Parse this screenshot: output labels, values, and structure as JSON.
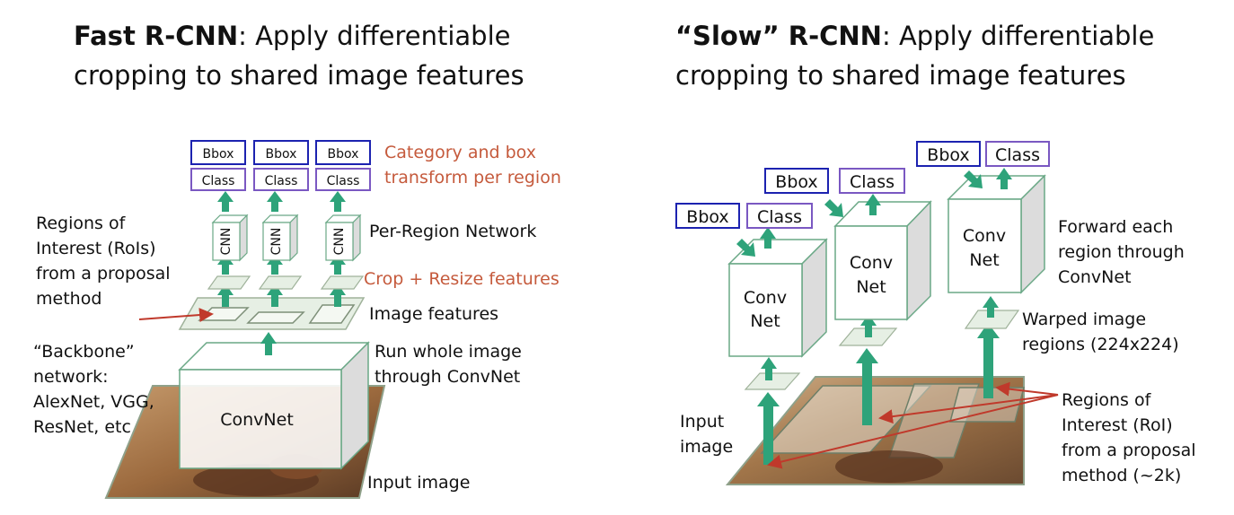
{
  "left": {
    "title_bold": "Fast R-CNN",
    "title_rest": ": Apply differentiable",
    "title_line2": "cropping to shared image features",
    "box_bbox": "Bbox",
    "box_class": "Class",
    "cnn_label": "CNN",
    "convnet_label": "ConvNet",
    "labels": {
      "category": [
        "Category and box",
        "transform per region"
      ],
      "per_region": "Per-Region Network",
      "crop": "Crop + Resize features",
      "image_features": "Image features",
      "run_whole": [
        "Run whole image",
        "through ConvNet"
      ],
      "input_image": "Input image",
      "rois": [
        "Regions of",
        "Interest (RoIs)",
        "from a proposal",
        "method"
      ],
      "backbone": [
        "“Backbone”",
        "network:",
        "AlexNet, VGG,",
        "ResNet, etc"
      ]
    }
  },
  "right": {
    "title_bold": "“Slow” R-CNN",
    "title_rest": ": Apply differentiable",
    "title_line2": "cropping to shared image features",
    "box_bbox": "Bbox",
    "box_class": "Class",
    "conv_line1": "Conv",
    "conv_line2": "Net",
    "labels": {
      "forward": [
        "Forward each",
        "region through",
        "ConvNet"
      ],
      "warped": [
        "Warped image",
        "regions (224x224)"
      ],
      "input_image": [
        "Input",
        "image"
      ],
      "rois": [
        "Regions of",
        "Interest (RoI)",
        "from a proposal",
        "method (~2k)"
      ]
    }
  },
  "colors": {
    "arrow": "#2ea37a",
    "bbox_border": "#1c22b0",
    "class_border": "#7a58c2",
    "red_text": "#c55a3c",
    "pointer": "#c0392b",
    "feature_plane": "#e6efe4",
    "plane_border": "#9fb29a"
  }
}
